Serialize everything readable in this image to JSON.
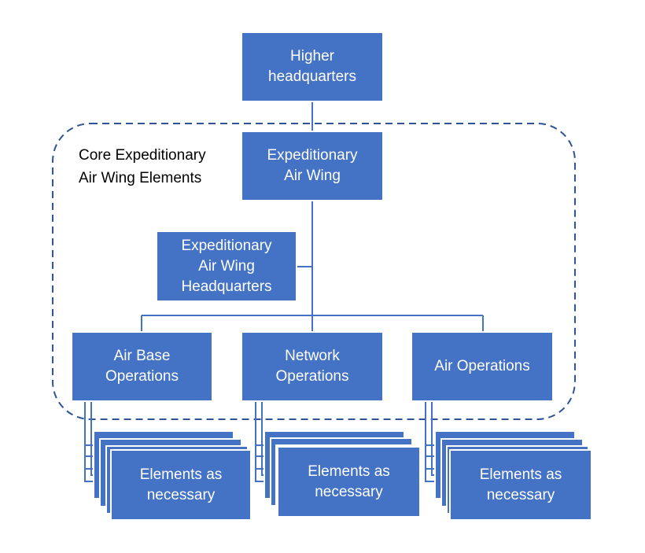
{
  "colors": {
    "box_fill": "#4472c4",
    "box_text": "#ffffff",
    "connector": "#4472c4",
    "group_border": "#2f5496"
  },
  "diagram": {
    "group_label": "Core Expeditionary\nAir Wing  Elements",
    "nodes": {
      "higher_hq": "Higher\nheadquarters",
      "expeditionary_air_wing": "Expeditionary\nAir Wing",
      "eaw_hq": "Expeditionary\nAir Wing\nHeadquarters",
      "air_base_ops": "Air Base\nOperations",
      "network_ops": "Network\nOperations",
      "air_ops": "Air Operations",
      "elements_1": "Elements as\nnecessary",
      "elements_2": "Elements as\nnecessary",
      "elements_3": "Elements as\nnecessary"
    },
    "edges": [
      [
        "higher_hq",
        "expeditionary_air_wing"
      ],
      [
        "expeditionary_air_wing",
        "eaw_hq"
      ],
      [
        "expeditionary_air_wing",
        "air_base_ops"
      ],
      [
        "expeditionary_air_wing",
        "network_ops"
      ],
      [
        "expeditionary_air_wing",
        "air_ops"
      ],
      [
        "air_base_ops",
        "elements_1"
      ],
      [
        "network_ops",
        "elements_2"
      ],
      [
        "air_ops",
        "elements_3"
      ]
    ]
  }
}
